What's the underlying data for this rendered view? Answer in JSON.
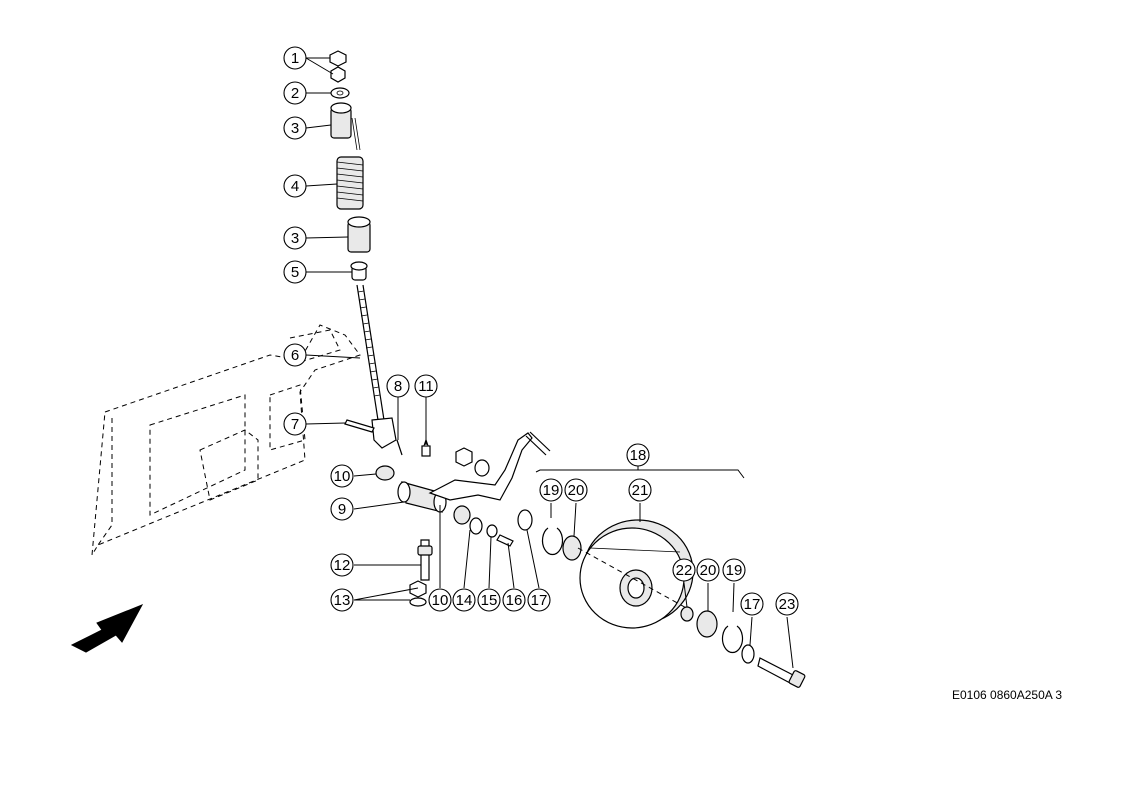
{
  "callouts": [
    {
      "label": "1"
    },
    {
      "label": "2"
    },
    {
      "label": "3"
    },
    {
      "label": "4"
    },
    {
      "label": "3"
    },
    {
      "label": "5"
    },
    {
      "label": "6"
    },
    {
      "label": "7"
    },
    {
      "label": "8"
    },
    {
      "label": "11"
    },
    {
      "label": "10"
    },
    {
      "label": "9"
    },
    {
      "label": "12"
    },
    {
      "label": "13"
    },
    {
      "label": "10"
    },
    {
      "label": "14"
    },
    {
      "label": "15"
    },
    {
      "label": "16"
    },
    {
      "label": "17"
    },
    {
      "label": "18"
    },
    {
      "label": "19"
    },
    {
      "label": "20"
    },
    {
      "label": "21"
    },
    {
      "label": "22"
    },
    {
      "label": "20"
    },
    {
      "label": "19"
    },
    {
      "label": "17"
    },
    {
      "label": "23"
    }
  ],
  "reference_code": "E0106 0860A250A 3",
  "icons": {
    "direction_arrow": "arrow-icon"
  }
}
